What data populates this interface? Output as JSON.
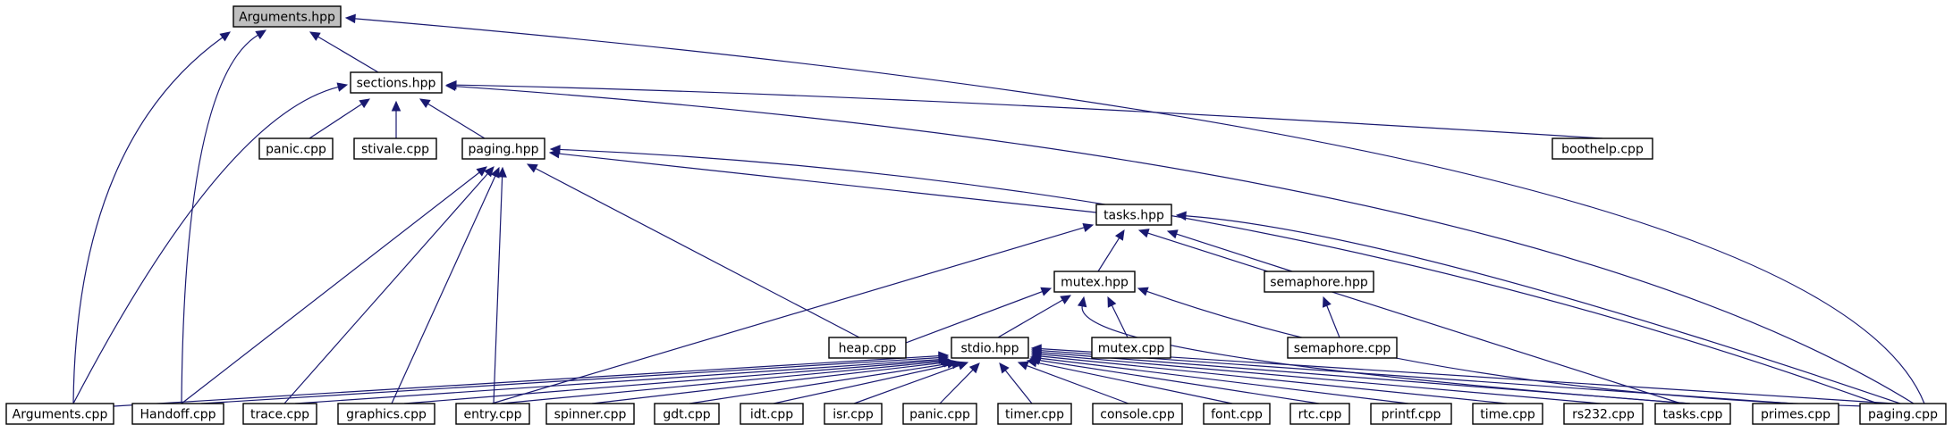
{
  "diagram": {
    "type": "include-dependency-graph",
    "colors": {
      "edge": "#191970",
      "root_fill": "#bfbfbf",
      "node_fill": "#ffffff",
      "node_border": "#000000"
    },
    "nodes": [
      {
        "id": "arguments_hpp",
        "label": "Arguments.hpp",
        "root": true
      },
      {
        "id": "sections_hpp",
        "label": "sections.hpp"
      },
      {
        "id": "panic_cpp_1",
        "label": "panic.cpp"
      },
      {
        "id": "stivale_cpp",
        "label": "stivale.cpp"
      },
      {
        "id": "paging_hpp",
        "label": "paging.hpp"
      },
      {
        "id": "boothelp_cpp",
        "label": "boothelp.cpp"
      },
      {
        "id": "tasks_hpp",
        "label": "tasks.hpp"
      },
      {
        "id": "mutex_hpp",
        "label": "mutex.hpp"
      },
      {
        "id": "semaphore_hpp",
        "label": "semaphore.hpp"
      },
      {
        "id": "heap_cpp",
        "label": "heap.cpp"
      },
      {
        "id": "stdio_hpp",
        "label": "stdio.hpp"
      },
      {
        "id": "mutex_cpp",
        "label": "mutex.cpp"
      },
      {
        "id": "semaphore_cpp",
        "label": "semaphore.cpp"
      },
      {
        "id": "arguments_cpp",
        "label": "Arguments.cpp"
      },
      {
        "id": "handoff_cpp",
        "label": "Handoff.cpp"
      },
      {
        "id": "trace_cpp",
        "label": "trace.cpp"
      },
      {
        "id": "graphics_cpp",
        "label": "graphics.cpp"
      },
      {
        "id": "entry_cpp",
        "label": "entry.cpp"
      },
      {
        "id": "spinner_cpp",
        "label": "spinner.cpp"
      },
      {
        "id": "gdt_cpp",
        "label": "gdt.cpp"
      },
      {
        "id": "idt_cpp",
        "label": "idt.cpp"
      },
      {
        "id": "isr_cpp",
        "label": "isr.cpp"
      },
      {
        "id": "panic_cpp_2",
        "label": "panic.cpp"
      },
      {
        "id": "timer_cpp",
        "label": "timer.cpp"
      },
      {
        "id": "console_cpp",
        "label": "console.cpp"
      },
      {
        "id": "font_cpp",
        "label": "font.cpp"
      },
      {
        "id": "rtc_cpp",
        "label": "rtc.cpp"
      },
      {
        "id": "printf_cpp",
        "label": "printf.cpp"
      },
      {
        "id": "time_cpp",
        "label": "time.cpp"
      },
      {
        "id": "rs232_cpp",
        "label": "rs232.cpp"
      },
      {
        "id": "tasks_cpp",
        "label": "tasks.cpp"
      },
      {
        "id": "primes_cpp",
        "label": "primes.cpp"
      },
      {
        "id": "paging_cpp",
        "label": "paging.cpp"
      }
    ],
    "edges": [
      {
        "from": "sections_hpp",
        "to": "arguments_hpp"
      },
      {
        "from": "arguments_cpp",
        "to": "arguments_hpp"
      },
      {
        "from": "handoff_cpp",
        "to": "arguments_hpp"
      },
      {
        "from": "paging_cpp",
        "to": "arguments_hpp"
      },
      {
        "from": "panic_cpp_1",
        "to": "sections_hpp"
      },
      {
        "from": "stivale_cpp",
        "to": "sections_hpp"
      },
      {
        "from": "paging_hpp",
        "to": "sections_hpp"
      },
      {
        "from": "boothelp_cpp",
        "to": "sections_hpp"
      },
      {
        "from": "arguments_cpp",
        "to": "sections_hpp"
      },
      {
        "from": "paging_cpp",
        "to": "sections_hpp"
      },
      {
        "from": "tasks_hpp",
        "to": "paging_hpp"
      },
      {
        "from": "heap_cpp",
        "to": "paging_hpp"
      },
      {
        "from": "handoff_cpp",
        "to": "paging_hpp"
      },
      {
        "from": "trace_cpp",
        "to": "paging_hpp"
      },
      {
        "from": "graphics_cpp",
        "to": "paging_hpp"
      },
      {
        "from": "entry_cpp",
        "to": "paging_hpp"
      },
      {
        "from": "paging_cpp",
        "to": "paging_hpp"
      },
      {
        "from": "mutex_hpp",
        "to": "tasks_hpp"
      },
      {
        "from": "semaphore_hpp",
        "to": "tasks_hpp"
      },
      {
        "from": "entry_cpp",
        "to": "tasks_hpp"
      },
      {
        "from": "tasks_cpp",
        "to": "tasks_hpp"
      },
      {
        "from": "paging_cpp",
        "to": "tasks_hpp"
      },
      {
        "from": "heap_cpp",
        "to": "mutex_hpp"
      },
      {
        "from": "stdio_hpp",
        "to": "mutex_hpp"
      },
      {
        "from": "mutex_cpp",
        "to": "mutex_hpp"
      },
      {
        "from": "tasks_cpp",
        "to": "mutex_hpp"
      },
      {
        "from": "paging_cpp",
        "to": "mutex_hpp"
      },
      {
        "from": "semaphore_cpp",
        "to": "semaphore_hpp"
      },
      {
        "from": "arguments_cpp",
        "to": "stdio_hpp"
      },
      {
        "from": "handoff_cpp",
        "to": "stdio_hpp"
      },
      {
        "from": "trace_cpp",
        "to": "stdio_hpp"
      },
      {
        "from": "graphics_cpp",
        "to": "stdio_hpp"
      },
      {
        "from": "entry_cpp",
        "to": "stdio_hpp"
      },
      {
        "from": "spinner_cpp",
        "to": "stdio_hpp"
      },
      {
        "from": "gdt_cpp",
        "to": "stdio_hpp"
      },
      {
        "from": "idt_cpp",
        "to": "stdio_hpp"
      },
      {
        "from": "isr_cpp",
        "to": "stdio_hpp"
      },
      {
        "from": "panic_cpp_2",
        "to": "stdio_hpp"
      },
      {
        "from": "timer_cpp",
        "to": "stdio_hpp"
      },
      {
        "from": "console_cpp",
        "to": "stdio_hpp"
      },
      {
        "from": "font_cpp",
        "to": "stdio_hpp"
      },
      {
        "from": "rtc_cpp",
        "to": "stdio_hpp"
      },
      {
        "from": "printf_cpp",
        "to": "stdio_hpp"
      },
      {
        "from": "time_cpp",
        "to": "stdio_hpp"
      },
      {
        "from": "rs232_cpp",
        "to": "stdio_hpp"
      },
      {
        "from": "tasks_cpp",
        "to": "stdio_hpp"
      },
      {
        "from": "primes_cpp",
        "to": "stdio_hpp"
      },
      {
        "from": "paging_cpp",
        "to": "stdio_hpp"
      }
    ]
  }
}
